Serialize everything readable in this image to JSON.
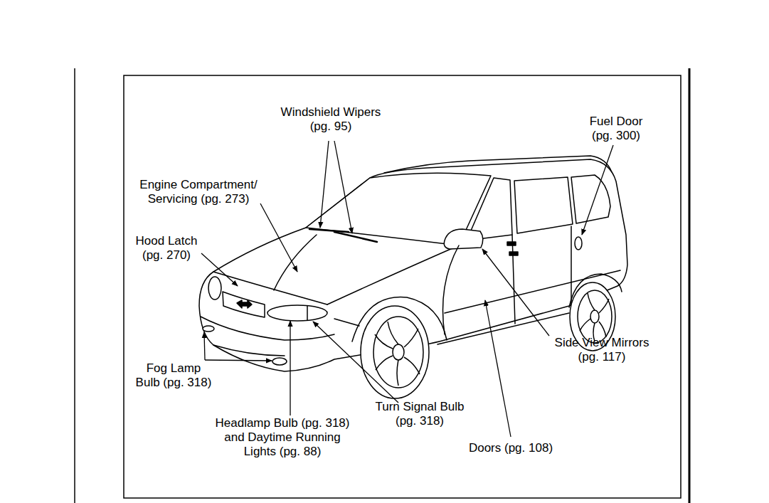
{
  "diagram": {
    "labels": [
      "Windshield Wipers (pg. 95)",
      "Fuel Door (pg. 300)",
      "Engine Compartment/ Servicing (pg. 273)",
      "Hood Latch (pg. 270)",
      "Side View Mirrors (pg. 117)",
      "Fog Lamp Bulb (pg. 318)",
      "Headlamp Bulb (pg. 318) and Daytime Running Lights (pg. 88)",
      "Turn Signal Bulb (pg. 318)",
      "Doors (pg. 108)"
    ]
  }
}
